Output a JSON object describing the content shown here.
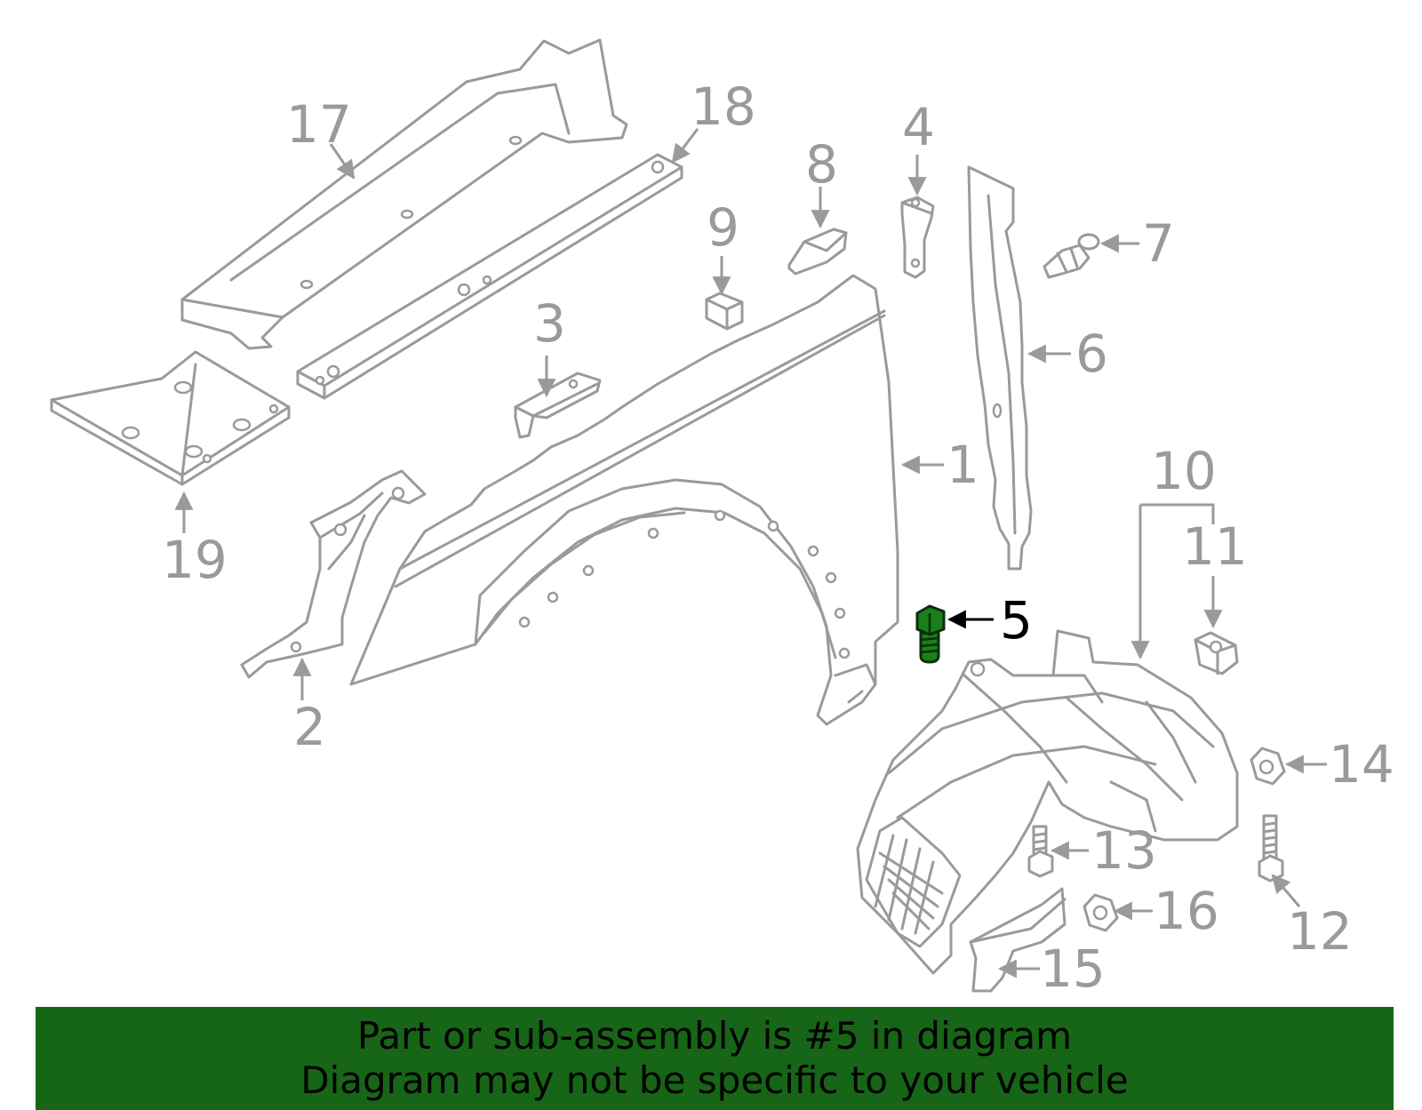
{
  "colors": {
    "line": "#9a9a9a",
    "highlight_part": "#1b7f1b",
    "banner_bg": "#176516",
    "banner_text": "#000000"
  },
  "callouts": {
    "c1": "1",
    "c2": "2",
    "c3": "3",
    "c4": "4",
    "c5": "5",
    "c6": "6",
    "c7": "7",
    "c8": "8",
    "c9": "9",
    "c10": "10",
    "c11": "11",
    "c12": "12",
    "c13": "13",
    "c14": "14",
    "c15": "15",
    "c16": "16",
    "c17": "17",
    "c18": "18",
    "c19": "19"
  },
  "highlighted_part": "5",
  "banner": {
    "line1": "Part or sub-assembly is #5 in diagram",
    "line2": "Diagram may not be specific to your vehicle"
  }
}
